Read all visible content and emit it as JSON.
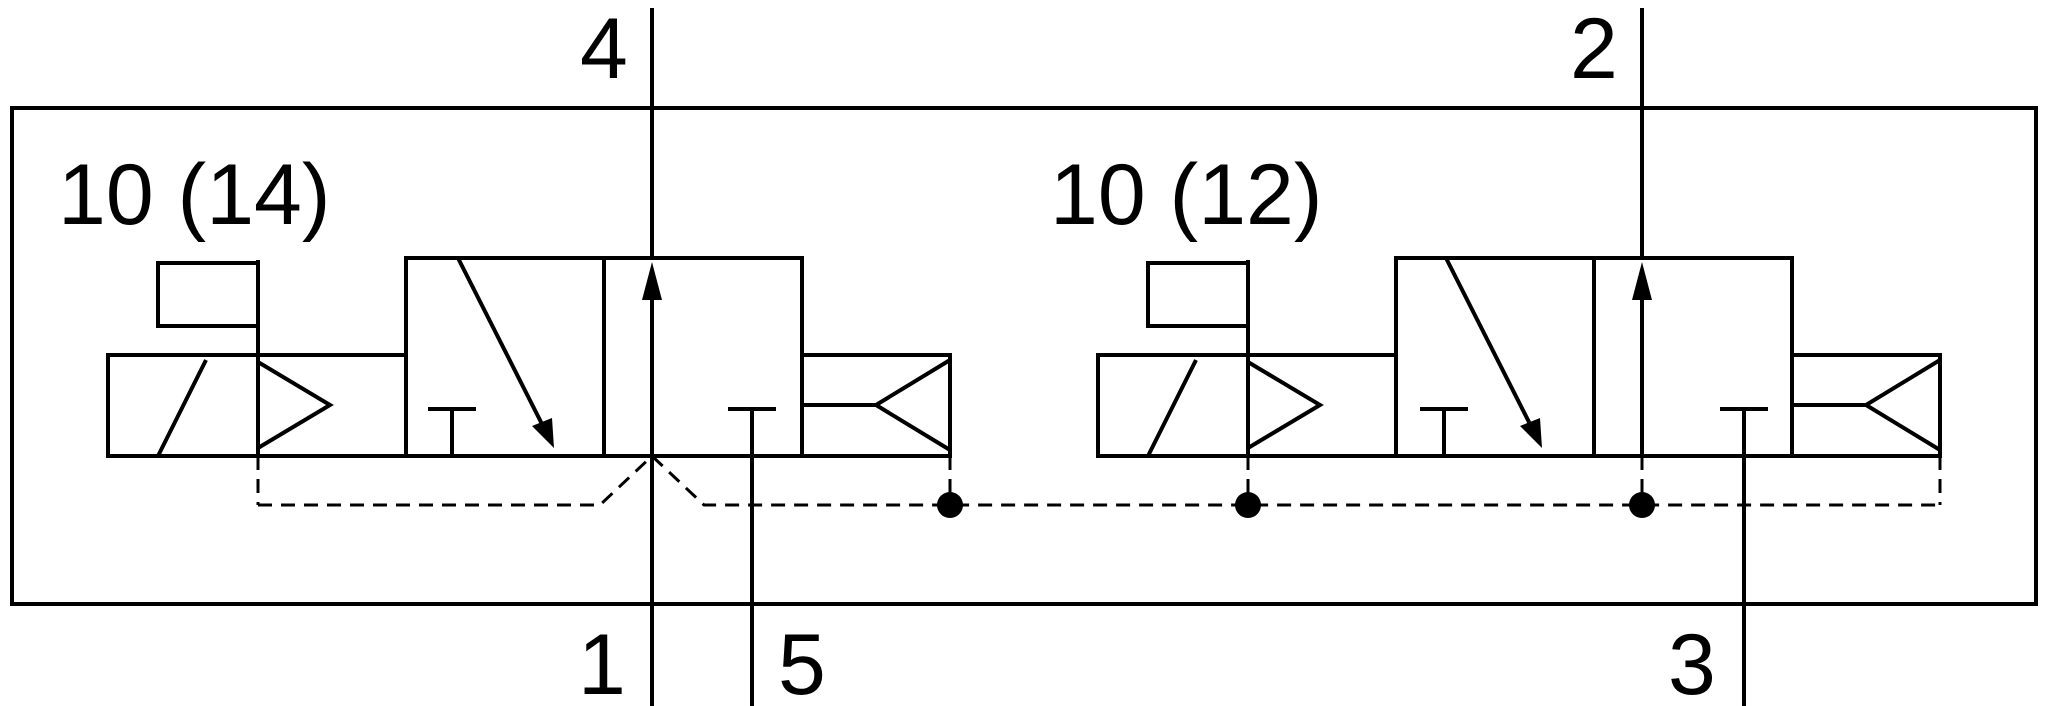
{
  "ports": {
    "p4": "4",
    "p2": "2",
    "p1": "1",
    "p5": "5",
    "p3": "3"
  },
  "pilots": {
    "left": "10 (14)",
    "right": "10 (12)"
  }
}
